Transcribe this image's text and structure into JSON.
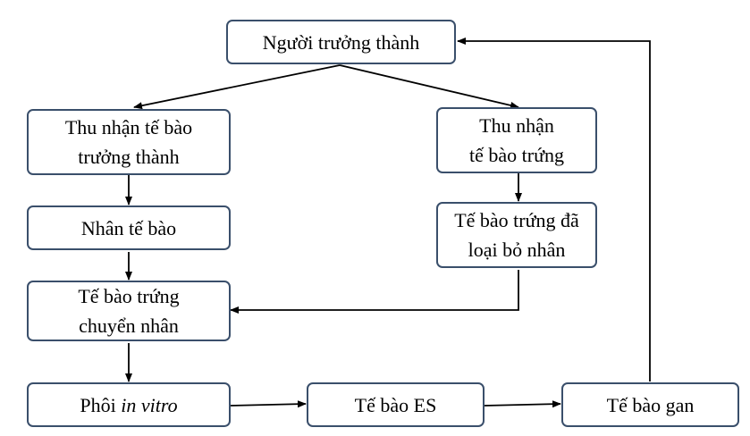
{
  "nodes": {
    "adult": {
      "label": "Người trưởng thành"
    },
    "harvest_adult_cells": {
      "line1": "Thu nhận tế bào",
      "line2": "trưởng thành"
    },
    "harvest_egg": {
      "line1": "Thu nhận",
      "line2": "tế bào trứng"
    },
    "nucleus": {
      "label": "Nhân tế bào"
    },
    "enucleated_egg": {
      "line1": "Tế bào trứng đã",
      "line2": "loại bỏ nhân"
    },
    "transferred_egg": {
      "line1": "Tế bào trứng",
      "line2": "chuyển nhân"
    },
    "embryo": {
      "prefix": "Phôi ",
      "italic": "in vitro"
    },
    "es_cell": {
      "label": "Tế bào ES"
    },
    "liver_cell": {
      "label": "Tế bào gan"
    }
  },
  "colors": {
    "border": "#3a4f6b",
    "arrow": "#000000"
  }
}
